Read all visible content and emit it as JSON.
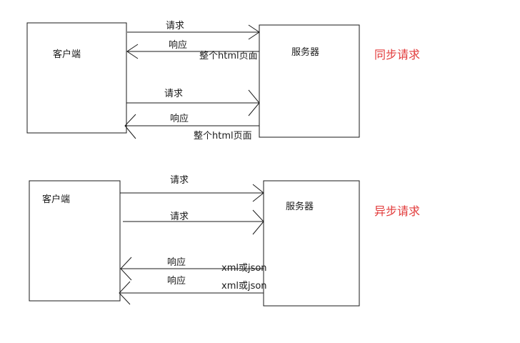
{
  "colors": {
    "line": "#1a1a1a",
    "mode_label": "#e23a3a"
  },
  "sync": {
    "client_label": "客户端",
    "server_label": "服务器",
    "mode_label": "同步请求",
    "rounds": [
      {
        "request_label": "请求",
        "response_label": "响应",
        "payload_label": "整个html页面"
      },
      {
        "request_label": "请求",
        "response_label": "响应",
        "payload_label": "整个html页面"
      }
    ]
  },
  "async": {
    "client_label": "客户端",
    "server_label": "服务器",
    "mode_label": "异步请求",
    "requests": [
      {
        "label": "请求"
      },
      {
        "label": "请求"
      }
    ],
    "responses": [
      {
        "label": "响应",
        "payload_label": "xml或json"
      },
      {
        "label": "响应",
        "payload_label": "xml或json"
      }
    ]
  }
}
